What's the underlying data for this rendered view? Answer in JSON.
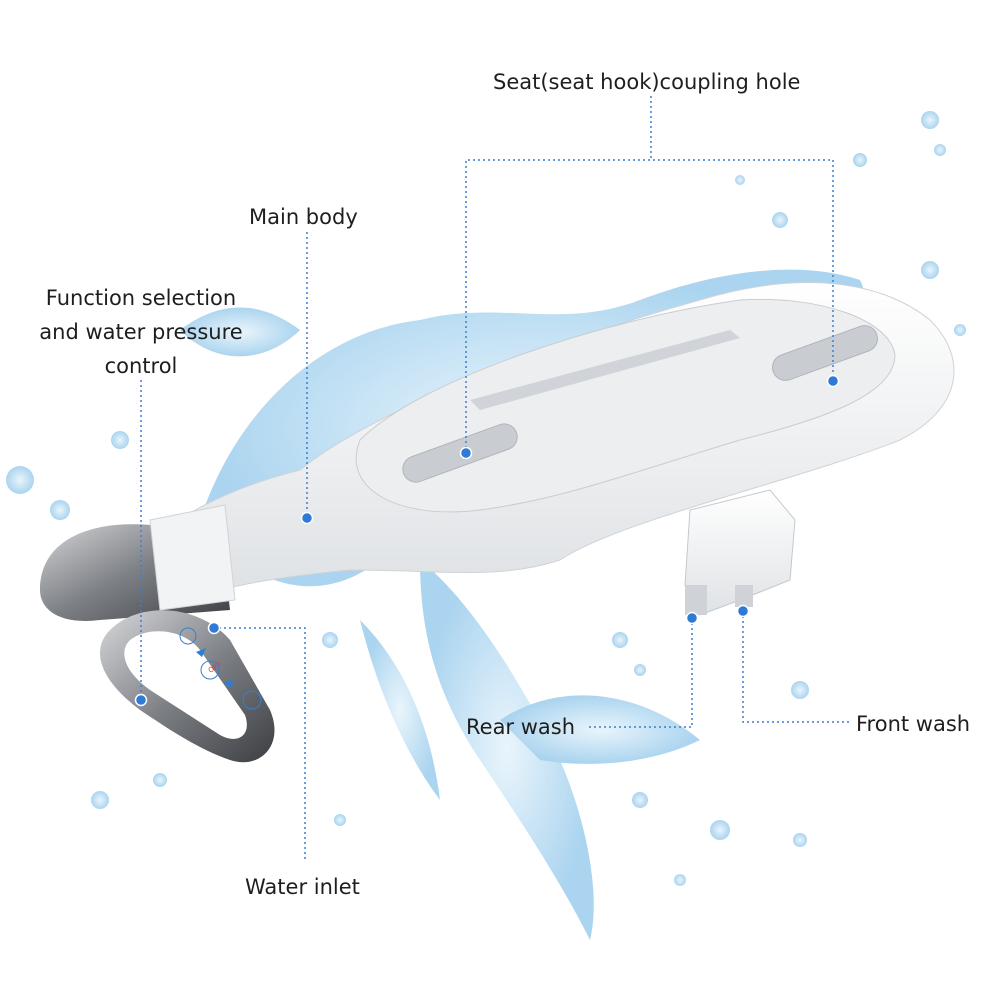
{
  "labels": {
    "seat_coupling_hole": "Seat(seat hook)coupling hole",
    "main_body": "Main body",
    "function_control": [
      "Function selection",
      "and water pressure",
      "control"
    ],
    "water_inlet": "Water inlet",
    "rear_wash": "Rear wash",
    "front_wash": "Front wash"
  },
  "control_panel": {
    "off_label": "OFF",
    "icons": [
      "spray-icon",
      "arrow-down-icon",
      "off-button-icon",
      "arrow-down-icon",
      "face-icon"
    ]
  },
  "colors": {
    "leader_line": "#3b7fd0",
    "water": "#a9d4f0",
    "body": "#f4f5f6",
    "chrome": "#8d9094"
  }
}
